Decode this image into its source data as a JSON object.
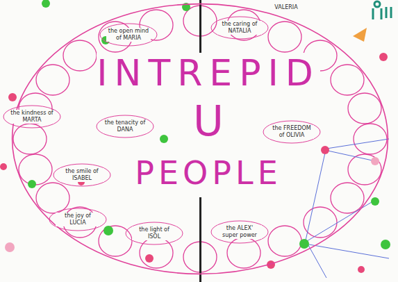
{
  "diagram": {
    "nodes": [
      {
        "text": [
          "INTREPID U PEOPLE"
        ]
      },
      {
        "text": [
          "the open mind of MARIA"
        ],
        "in": 0
      },
      {
        "text": [
          "the caring of NATALIA"
        ],
        "in": 0
      },
      {
        "text": [
          "the kindness of MARTA"
        ],
        "in": 0
      },
      {
        "text": [
          "the tenacity of DANA"
        ],
        "in": 0
      },
      {
        "text": [
          "the smile of ISABEL"
        ],
        "in": 0
      },
      {
        "text": [
          "the joy of LUCIA"
        ],
        "in": 0
      },
      {
        "text": [
          "the light of ISOL"
        ],
        "in": 0
      },
      {
        "text": [
          "the ALEX' super power"
        ],
        "in": 0
      },
      {
        "text": [
          "the FREEDOM of OLIVIA"
        ],
        "in": 0
      }
    ],
    "labels": [
      "VALERIA"
    ]
  }
}
